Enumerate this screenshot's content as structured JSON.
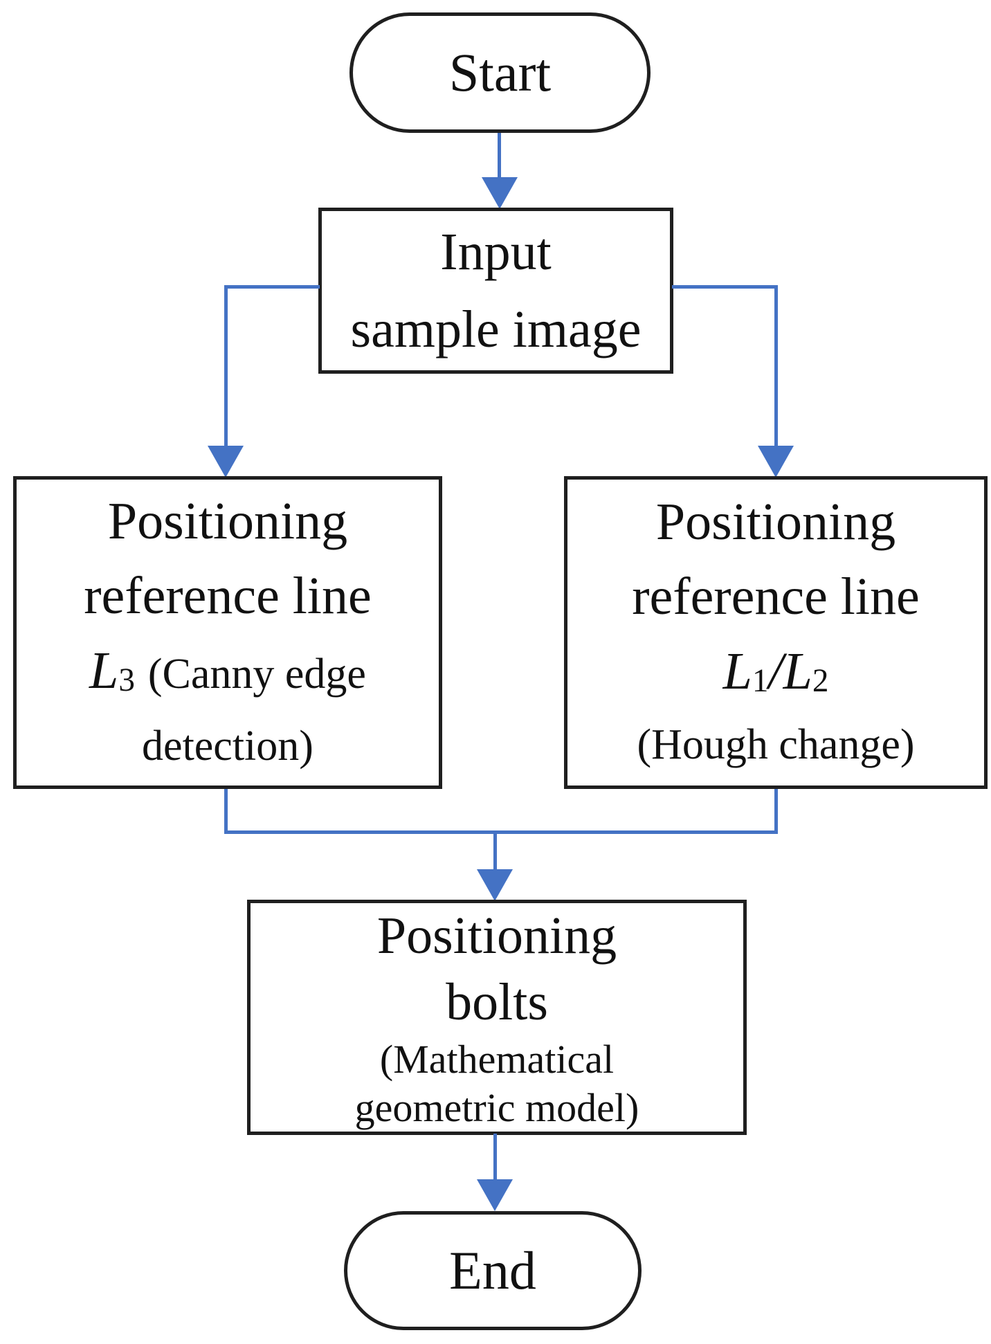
{
  "colors": {
    "accent_blue": "#4472C4",
    "box_border": "#1f1f1f",
    "background": "#ffffff",
    "text": "#111111"
  },
  "flowchart": {
    "nodes": {
      "start": {
        "shape": "terminator",
        "label": "Start"
      },
      "input": {
        "shape": "process",
        "line1": "Input",
        "line2": "sample image"
      },
      "left_ref": {
        "shape": "process",
        "line1": "Positioning",
        "line2": "reference line",
        "var": "L",
        "var_sub": "3",
        "method_part1": "(Canny edge",
        "method_part2": "detection)"
      },
      "right_ref": {
        "shape": "process",
        "line1": "Positioning",
        "line2": "reference line",
        "var1": "L",
        "var1_sub": "1",
        "separator": "/",
        "var2": "L",
        "var2_sub": "2",
        "method": "(Hough change)"
      },
      "bolts": {
        "shape": "process",
        "line1": "Positioning",
        "line2": "bolts",
        "method_part1": "(Mathematical",
        "method_part2": "geometric model)"
      },
      "end": {
        "shape": "terminator",
        "label": "End"
      }
    },
    "edges": [
      {
        "from": "start",
        "to": "input"
      },
      {
        "from": "input",
        "to": "left_ref"
      },
      {
        "from": "input",
        "to": "right_ref"
      },
      {
        "from": "left_ref",
        "to": "bolts"
      },
      {
        "from": "right_ref",
        "to": "bolts"
      },
      {
        "from": "bolts",
        "to": "end"
      }
    ]
  }
}
